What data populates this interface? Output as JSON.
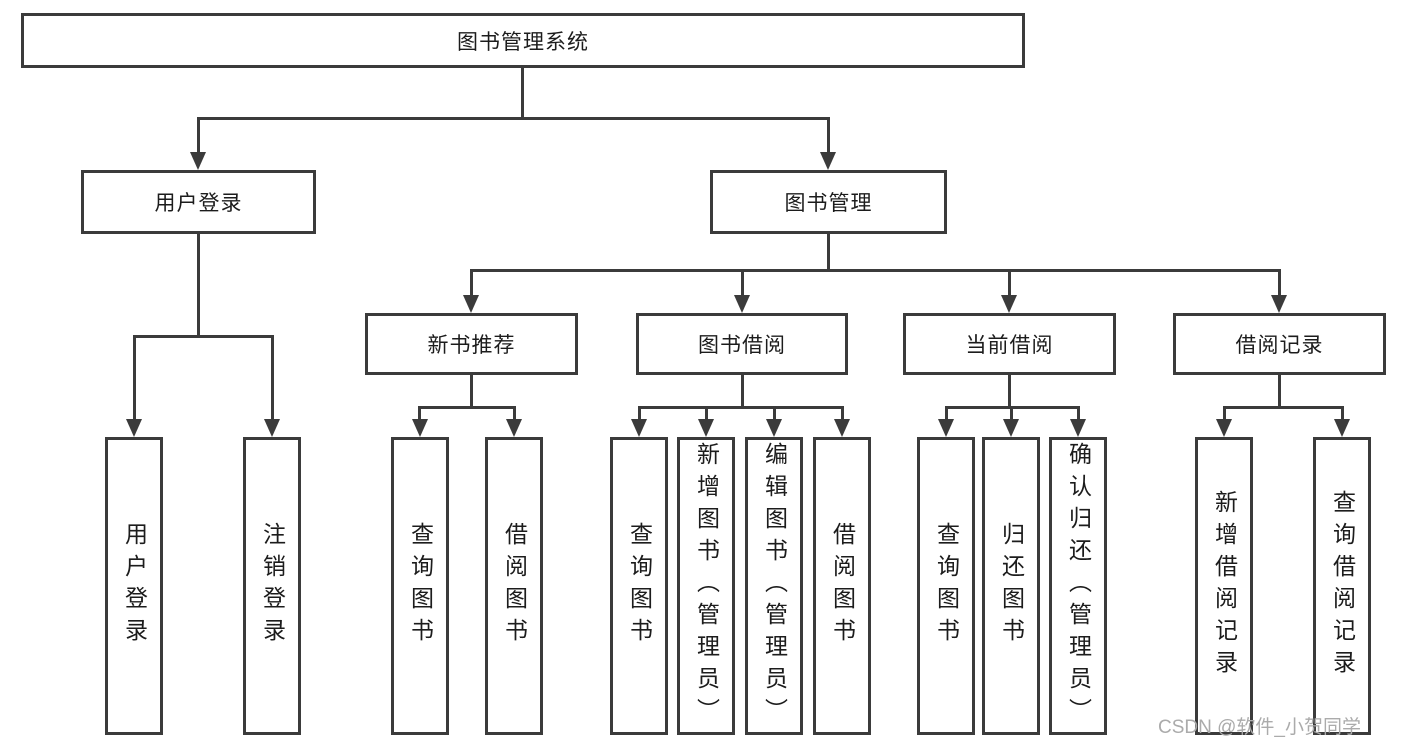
{
  "diagram": {
    "root": {
      "label": "图书管理系统"
    },
    "level2": [
      {
        "label": "用户登录"
      },
      {
        "label": "图书管理"
      }
    ],
    "level3": [
      {
        "label": "新书推荐"
      },
      {
        "label": "图书借阅"
      },
      {
        "label": "当前借阅"
      },
      {
        "label": "借阅记录"
      }
    ],
    "leaf_groups": [
      {
        "parent": "用户登录",
        "children": [
          "用户登录",
          "注销登录"
        ]
      },
      {
        "parent": "新书推荐",
        "children": [
          "查询图书",
          "借阅图书"
        ]
      },
      {
        "parent": "图书借阅",
        "children": [
          "查询图书",
          "新增图书（管理员）",
          "编辑图书（管理员）",
          "借阅图书"
        ]
      },
      {
        "parent": "当前借阅",
        "children": [
          "查询图书",
          "归还图书",
          "确认归还（管理员）"
        ]
      },
      {
        "parent": "借阅记录",
        "children": [
          "新增借阅记录",
          "查询借阅记录"
        ]
      }
    ]
  },
  "watermark": "CSDN @软件_小贺同学",
  "colors": {
    "line": "#3b3b3b",
    "text": "#1c1c1c",
    "watermark": "#ababab",
    "background": "#ffffff"
  }
}
